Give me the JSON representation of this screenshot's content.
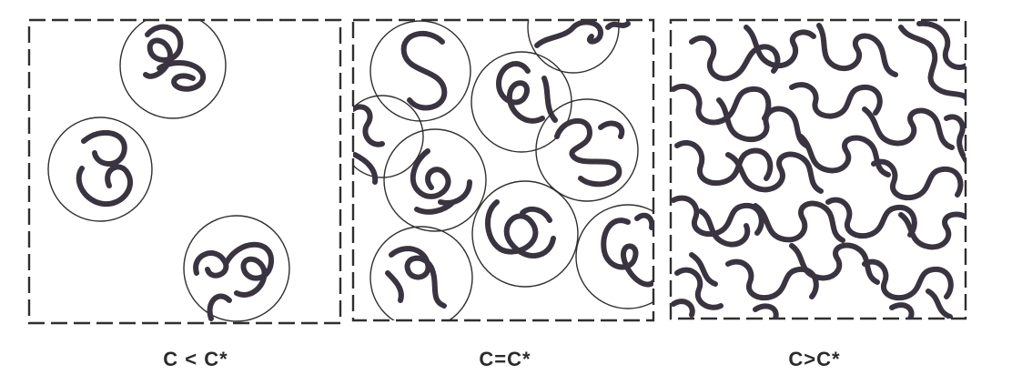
{
  "captions": {
    "dilute": "C < C*",
    "overlap": "C=C*",
    "semidilute": "C>C*"
  }
}
